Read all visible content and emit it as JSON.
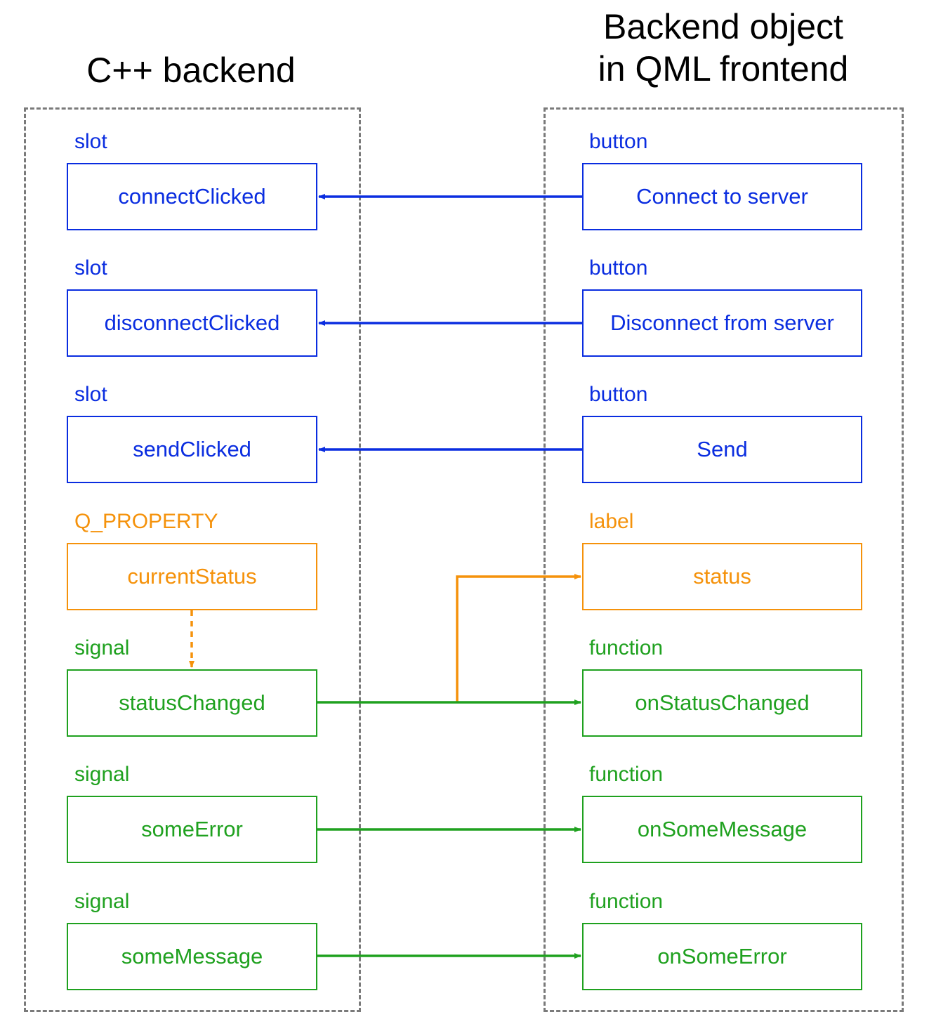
{
  "headings": {
    "backend": "C++ backend",
    "frontend_line1": "Backend object",
    "frontend_line2": "in QML frontend"
  },
  "colors": {
    "slot": "#0a2de0",
    "property": "#f5920b",
    "signal": "#1fa11f",
    "container_border": "#7a7a7a"
  },
  "rows": [
    {
      "backend_kind": "slot",
      "backend_name": "connectClicked",
      "frontend_kind": "button",
      "frontend_name": "Connect to server"
    },
    {
      "backend_kind": "slot",
      "backend_name": "disconnectClicked",
      "frontend_kind": "button",
      "frontend_name": "Disconnect from server"
    },
    {
      "backend_kind": "slot",
      "backend_name": "sendClicked",
      "frontend_kind": "button",
      "frontend_name": "Send"
    },
    {
      "backend_kind": "Q_PROPERTY",
      "backend_name": "currentStatus",
      "frontend_kind": "label",
      "frontend_name": "status"
    },
    {
      "backend_kind": "signal",
      "backend_name": "statusChanged",
      "frontend_kind": "function",
      "frontend_name": "onStatusChanged"
    },
    {
      "backend_kind": "signal",
      "backend_name": "someError",
      "frontend_kind": "function",
      "frontend_name": "onSomeMessage"
    },
    {
      "backend_kind": "signal",
      "backend_name": "someMessage",
      "frontend_kind": "function",
      "frontend_name": "onSomeError"
    }
  ],
  "connections": [
    {
      "from": "Connect to server",
      "to": "connectClicked",
      "style": "solid",
      "color": "#0a2de0"
    },
    {
      "from": "Disconnect from server",
      "to": "disconnectClicked",
      "style": "solid",
      "color": "#0a2de0"
    },
    {
      "from": "Send",
      "to": "sendClicked",
      "style": "solid",
      "color": "#0a2de0"
    },
    {
      "from": "currentStatus",
      "to": "statusChanged",
      "style": "dashed",
      "color": "#f5920b"
    },
    {
      "from": "statusChanged",
      "to": "status",
      "style": "solid",
      "color": "#f5920b"
    },
    {
      "from": "statusChanged",
      "to": "onStatusChanged",
      "style": "solid",
      "color": "#1fa11f"
    },
    {
      "from": "someError",
      "to": "onSomeMessage",
      "style": "solid",
      "color": "#1fa11f"
    },
    {
      "from": "someMessage",
      "to": "onSomeError",
      "style": "solid",
      "color": "#1fa11f"
    }
  ]
}
